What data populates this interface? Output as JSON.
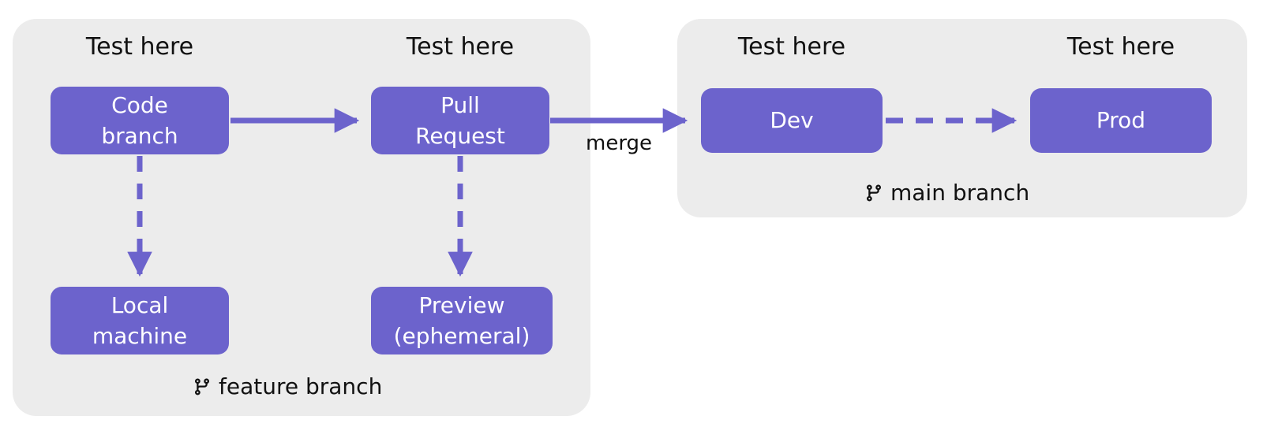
{
  "colors": {
    "node_fill": "#6c63cc",
    "group_fill": "#ececec",
    "node_text": "#ffffff",
    "label_text": "#111111"
  },
  "feature_group": {
    "test_label_code": "Test here",
    "test_label_pr": "Test here",
    "branch_label": "feature branch"
  },
  "main_group": {
    "test_label_dev": "Test here",
    "test_label_prod": "Test here",
    "branch_label": "main branch"
  },
  "nodes": {
    "code_branch": "Code\nbranch",
    "pull_request": "Pull\nRequest",
    "local_machine": "Local\nmachine",
    "preview": "Preview\n(ephemeral)",
    "dev": "Dev",
    "prod": "Prod"
  },
  "edges": {
    "merge_label": "merge"
  }
}
